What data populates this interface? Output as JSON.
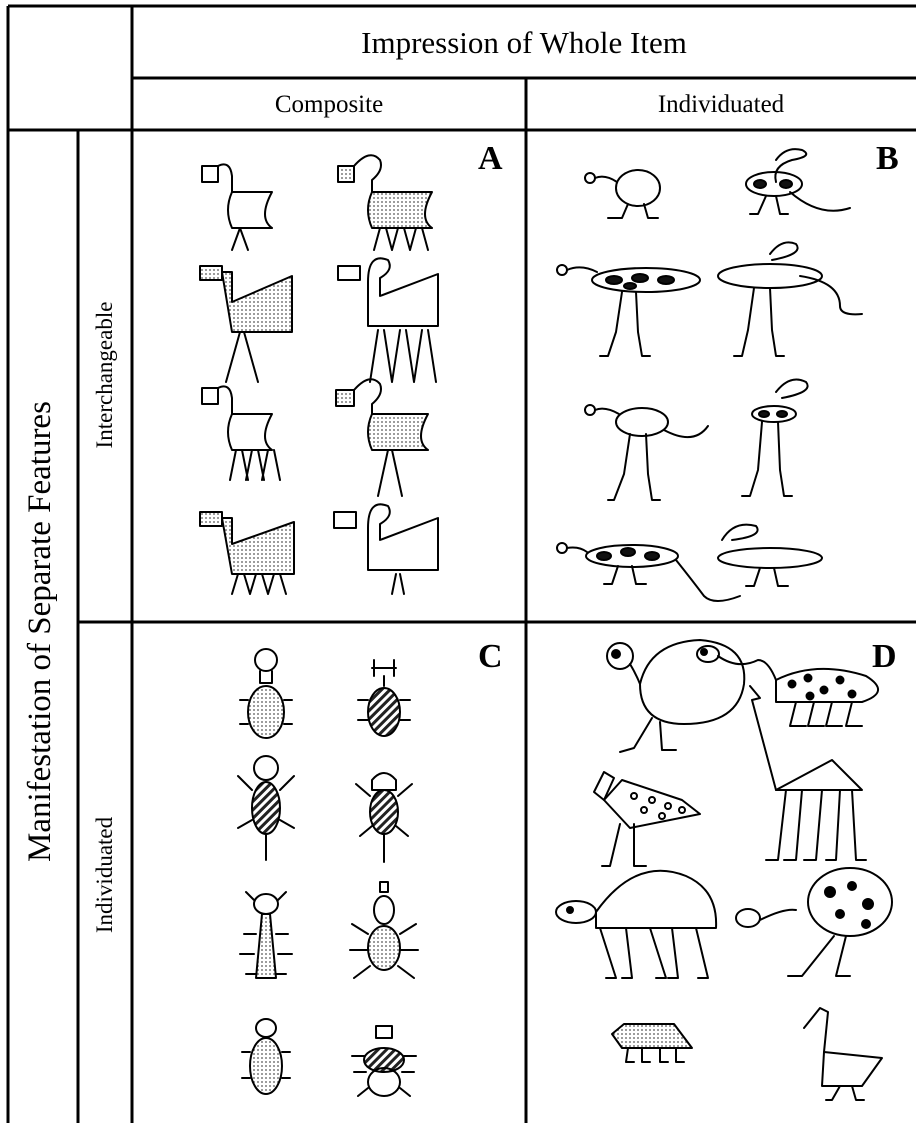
{
  "header": {
    "title": "Impression of Whole Item",
    "composite": "Composite",
    "individuated": "Individuated"
  },
  "side": {
    "title": "Manifestation of Separate Features",
    "interchangeable": "Interchangeable",
    "individuated": "Individuated"
  },
  "panels": {
    "a": "A",
    "b": "B",
    "c": "C",
    "d": "D"
  }
}
